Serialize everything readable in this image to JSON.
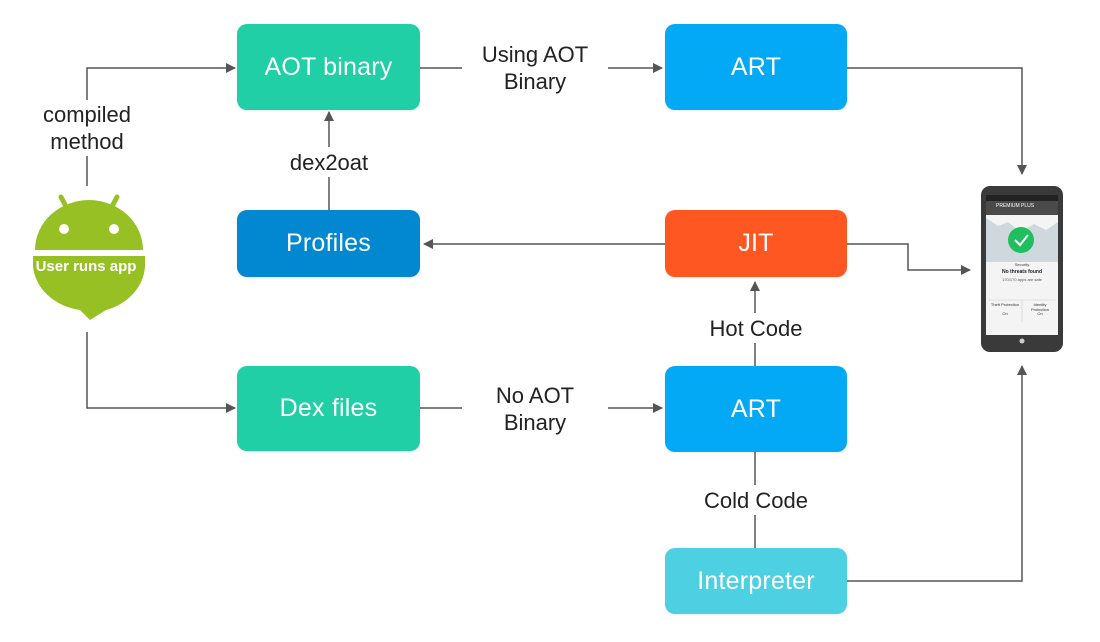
{
  "boxes": {
    "aot_binary": "AOT binary",
    "art_top": "ART",
    "profiles": "Profiles",
    "jit": "JIT",
    "dex_files": "Dex files",
    "art_bottom": "ART",
    "interpreter": "Interpreter"
  },
  "edge_labels": {
    "compiled_method": "compiled method",
    "using_aot_binary": "Using AOT Binary",
    "dex2oat": "dex2oat",
    "hot_code": "Hot Code",
    "no_aot_binary": "No AOT Binary",
    "cold_code": "Cold Code"
  },
  "android": {
    "label": "User runs app"
  },
  "phone": {
    "app_title": "PREMIUM PLUS",
    "status_title": "Security",
    "status_text": "No threats found",
    "status_sub": "170/170 apps are safe",
    "feature_left": "Theft Protection",
    "feature_right": "Identity Protection",
    "feature_left_state": "On",
    "feature_right_state": "On"
  },
  "colors": {
    "teal": "#21CFA6",
    "blue": "#03A9F4",
    "dark_blue": "#0288D1",
    "orange": "#FF5722",
    "cyan": "#4DD0E1",
    "android_green": "#97C024",
    "line": "#555555"
  }
}
